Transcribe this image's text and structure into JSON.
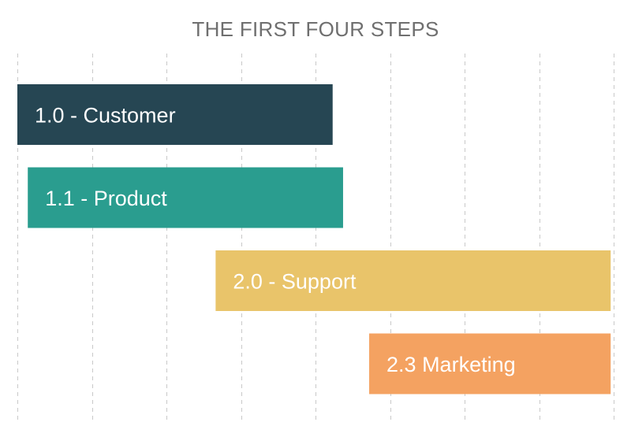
{
  "chart_data": {
    "type": "gantt",
    "title": "THE FIRST FOUR STEPS",
    "grid": true,
    "xlim": [
      0,
      8
    ],
    "tasks": [
      {
        "label": "1.0 - Customer",
        "start": 0.0,
        "end": 4.23,
        "color": "#264653"
      },
      {
        "label": "1.1 - Product",
        "start": 0.14,
        "end": 4.37,
        "color": "#2a9d8f"
      },
      {
        "label": "2.0 - Support",
        "start": 2.66,
        "end": 7.96,
        "color": "#e9c46a"
      },
      {
        "label": "2.3 Marketing",
        "start": 4.72,
        "end": 7.96,
        "color": "#f4a261"
      }
    ]
  }
}
